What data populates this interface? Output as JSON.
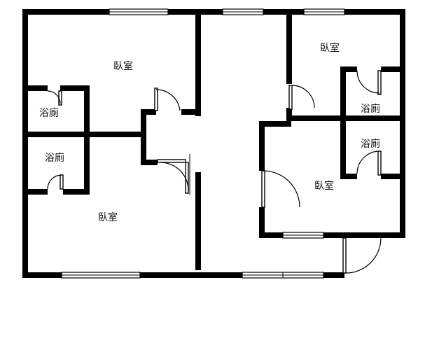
{
  "plan": {
    "wall_color": "#000000",
    "background_color": "#ffffff",
    "rooms": [
      {
        "id": "bedroom-top-left",
        "label": "臥室"
      },
      {
        "id": "bathroom-left-upper",
        "label": "浴廁"
      },
      {
        "id": "bathroom-left-lower",
        "label": "浴廁"
      },
      {
        "id": "bedroom-bottom-left",
        "label": "臥室"
      },
      {
        "id": "bedroom-top-right",
        "label": "臥室"
      },
      {
        "id": "bathroom-right-upper",
        "label": "浴廁"
      },
      {
        "id": "bathroom-right-lower",
        "label": "浴廁"
      },
      {
        "id": "bedroom-right",
        "label": "臥室"
      }
    ]
  }
}
